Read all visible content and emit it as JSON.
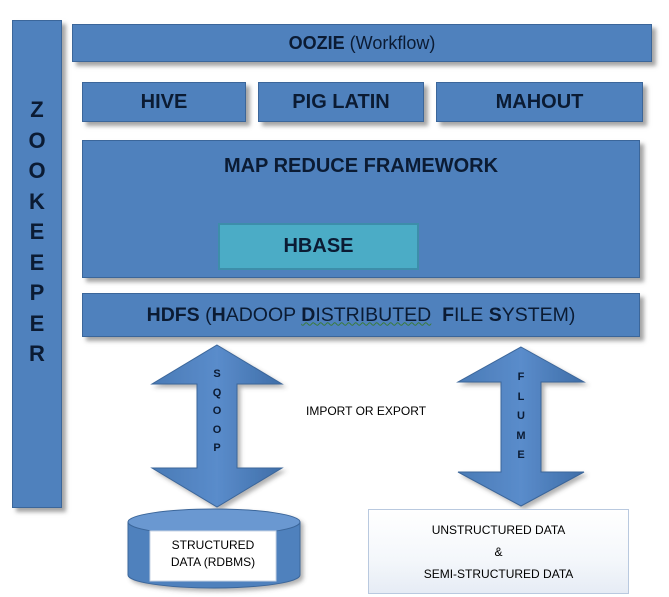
{
  "zookeeper": {
    "letters": [
      "Z",
      "O",
      "O",
      "K",
      "E",
      "E",
      "P",
      "E",
      "R"
    ]
  },
  "oozie": {
    "title": "OOZIE",
    "subtitle": "(Workflow)"
  },
  "tools": {
    "hive": "HIVE",
    "pig": "PIG LATIN",
    "mahout": "MAHOUT"
  },
  "mapreduce": {
    "label": "MAP REDUCE FRAMEWORK"
  },
  "hbase": {
    "label": "HBASE"
  },
  "hdfs": {
    "abbr": "HDFS",
    "open": " (",
    "h": "H",
    "adoop": "ADOOP ",
    "d": "D",
    "istributed": "ISTRIBUTED",
    "sp": "  ",
    "f": "F",
    "ile": "ILE ",
    "s": "S",
    "ystem": "YSTEM)"
  },
  "sqoop": {
    "letters": [
      "S",
      "Q",
      "O",
      "O",
      "P"
    ]
  },
  "flume": {
    "letters": [
      "F",
      "L",
      "U",
      "M",
      "E"
    ]
  },
  "import_export": "IMPORT OR EXPORT",
  "structured": {
    "line1": "STRUCTURED",
    "line2": "DATA (RDBMS)"
  },
  "unstructured": {
    "line1": "UNSTRUCTURED DATA",
    "line2": "&",
    "line3": "SEMI-STRUCTURED DATA"
  },
  "colors": {
    "box": "#4f81bd",
    "hbase": "#4bacc6",
    "text": "#0b1b33"
  }
}
